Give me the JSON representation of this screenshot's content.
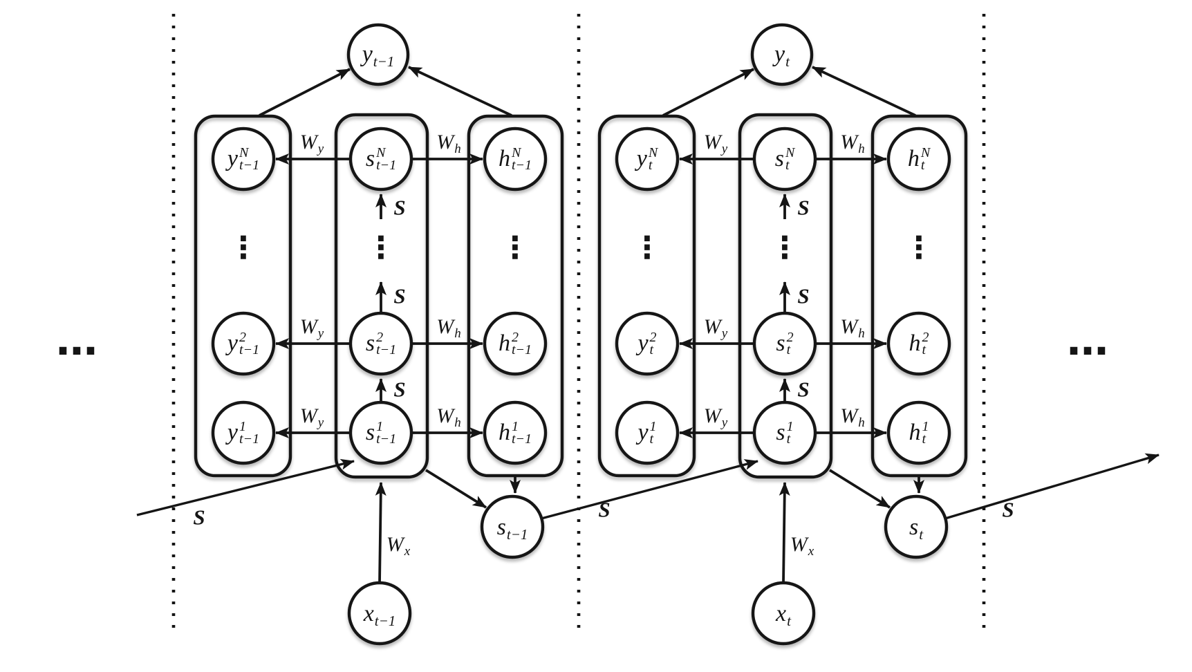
{
  "diagram": {
    "time_steps": [
      {
        "label": "t−1",
        "final_output": {
          "base": "y",
          "sub": "t−1"
        },
        "layers": [
          {
            "y": {
              "base": "y",
              "sup": "1",
              "sub": "t−1"
            },
            "s": {
              "base": "s",
              "sup": "1",
              "sub": "t−1"
            },
            "h": {
              "base": "h",
              "sup": "1",
              "sub": "t−1"
            }
          },
          {
            "y": {
              "base": "y",
              "sup": "2",
              "sub": "t−1"
            },
            "s": {
              "base": "s",
              "sup": "2",
              "sub": "t−1"
            },
            "h": {
              "base": "h",
              "sup": "2",
              "sub": "t−1"
            }
          },
          {
            "y": {
              "base": "y",
              "sup": "N",
              "sub": "t−1"
            },
            "s": {
              "base": "s",
              "sup": "N",
              "sub": "t−1"
            },
            "h": {
              "base": "h",
              "sup": "N",
              "sub": "t−1"
            }
          }
        ],
        "recurrent_state": {
          "base": "s",
          "sub": "t−1"
        },
        "input": {
          "base": "x",
          "sub": "t−1"
        }
      },
      {
        "label": "t",
        "final_output": {
          "base": "y",
          "sub": "t"
        },
        "layers": [
          {
            "y": {
              "base": "y",
              "sup": "1",
              "sub": "t"
            },
            "s": {
              "base": "s",
              "sup": "1",
              "sub": "t"
            },
            "h": {
              "base": "h",
              "sup": "1",
              "sub": "t"
            }
          },
          {
            "y": {
              "base": "y",
              "sup": "2",
              "sub": "t"
            },
            "s": {
              "base": "s",
              "sup": "2",
              "sub": "t"
            },
            "h": {
              "base": "h",
              "sup": "2",
              "sub": "t"
            }
          },
          {
            "y": {
              "base": "y",
              "sup": "N",
              "sub": "t"
            },
            "s": {
              "base": "s",
              "sup": "N",
              "sub": "t"
            },
            "h": {
              "base": "h",
              "sup": "N",
              "sub": "t"
            }
          }
        ],
        "recurrent_state": {
          "base": "s",
          "sub": "t"
        },
        "input": {
          "base": "x",
          "sub": "t"
        }
      }
    ],
    "edge_labels": {
      "w_y": {
        "base": "W",
        "sub": "y"
      },
      "w_h": {
        "base": "W",
        "sub": "h"
      },
      "w_x": {
        "base": "W",
        "sub": "x"
      },
      "recurrence": "S"
    },
    "ellipsis_horizontal": "…",
    "ellipsis_vertical": "⋮"
  },
  "colors": {
    "ink": "#151515",
    "background": "#ffffff"
  }
}
